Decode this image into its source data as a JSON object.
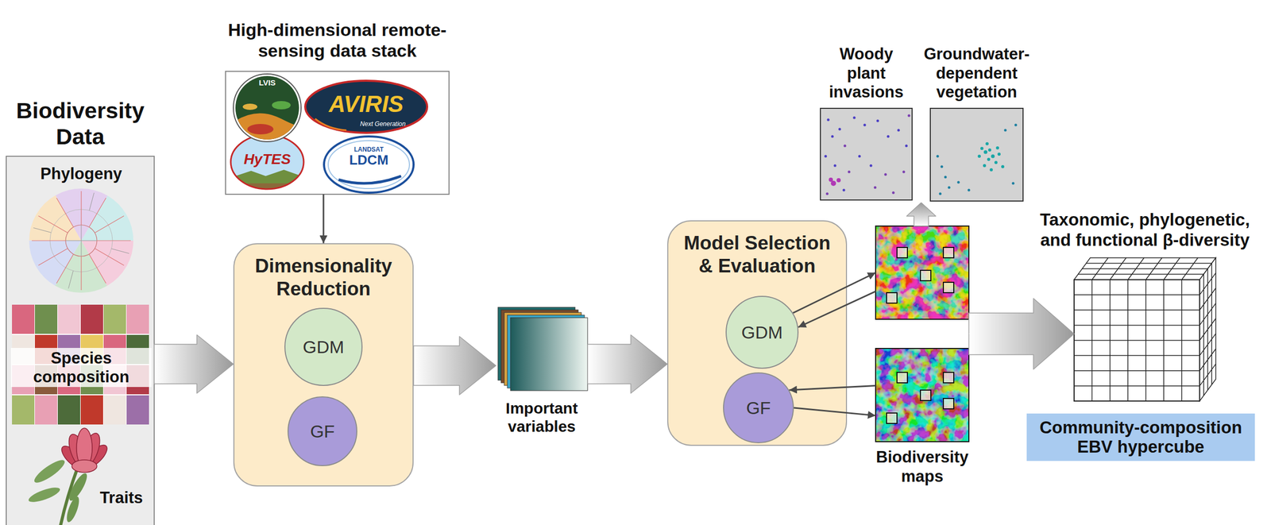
{
  "diagram": {
    "nodes": [
      {
        "text": [
          "Biodiversity Data"
        ]
      },
      {
        "text": [
          "High-dimensional remote-sensing data stack"
        ]
      },
      {
        "text": [
          "Dimensionality Reduction"
        ]
      },
      {
        "text": [
          "GDM"
        ],
        "in": 2
      },
      {
        "text": [
          "GF"
        ],
        "in": 2
      },
      {
        "text": [
          "Important variables"
        ]
      },
      {
        "text": [
          "Model Selection & Evaluation"
        ]
      },
      {
        "text": [
          "GDM"
        ],
        "in": 6
      },
      {
        "text": [
          "GF"
        ],
        "in": 6
      },
      {
        "text": [
          "Woody plant invasions"
        ]
      },
      {
        "text": [
          "Groundwater- dependent vegetation"
        ]
      },
      {
        "text": []
      },
      {
        "text": [
          "Biodiversity maps"
        ]
      },
      {
        "text": [
          "Taxonomic, phylogenetic, and functional β-diversity"
        ]
      },
      {
        "text": [
          "Community-composition EBV hypercube"
        ]
      }
    ],
    "edges": [
      {
        "from": 0,
        "to": 2,
        "arrow": "to"
      },
      {
        "from": 1,
        "to": 2,
        "arrow": "to"
      },
      {
        "from": 2,
        "to": 5,
        "arrow": "to"
      },
      {
        "from": 5,
        "to": 6,
        "arrow": "to"
      },
      {
        "from": 7,
        "to": 11,
        "arrow": "to"
      },
      {
        "from": 11,
        "to": 7,
        "arrow": "to"
      },
      {
        "from": 12,
        "to": 8,
        "arrow": "to"
      },
      {
        "from": 8,
        "to": 12,
        "arrow": "to"
      },
      {
        "from": 11,
        "to": 9,
        "arrow": "to"
      },
      {
        "from": 11,
        "to": 10,
        "arrow": "to"
      },
      {
        "from": 11,
        "to": 13,
        "arrow": "to"
      },
      {
        "from": 12,
        "to": 13,
        "arrow": "to"
      }
    ],
    "labels": [
      "Phylogeny",
      "Species composition",
      "Traits",
      "LVIS",
      "AVIRIS",
      "Next Generation",
      "HyTES",
      "LDCM",
      "LANDSAT"
    ]
  }
}
